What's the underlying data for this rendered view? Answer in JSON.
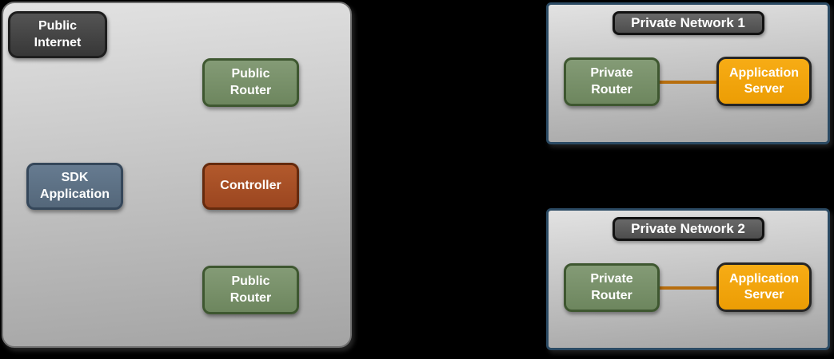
{
  "diagram": {
    "public_zone": {
      "internet_label": "Public\nInternet",
      "router_top_label": "Public\nRouter",
      "sdk_label": "SDK\nApplication",
      "controller_label": "Controller",
      "router_bottom_label": "Public\nRouter"
    },
    "private_networks": [
      {
        "title": "Private Network 1",
        "router": "Private\nRouter",
        "server": "Application\nServer"
      },
      {
        "title": "Private Network 2",
        "router": "Private\nRouter",
        "server": "Application\nServer"
      }
    ],
    "colors": {
      "background": "#000000",
      "zone_fill_top": "#e2e2e2",
      "zone_fill_bottom": "#a4a4a4",
      "public_zone_border": "#6f6f6f",
      "private_zone_border": "#2b4a63",
      "internet_node_fill": "#3f3f3f",
      "router_node_fill": "#78916b",
      "router_node_border": "#3e5730",
      "sdk_node_fill": "#5e7487",
      "controller_node_fill": "#a8502a",
      "server_node_fill": "#f2a30c",
      "title_box_fill": "#575757",
      "link_line": "#b76e0e",
      "label_text": "#ffffff"
    }
  }
}
